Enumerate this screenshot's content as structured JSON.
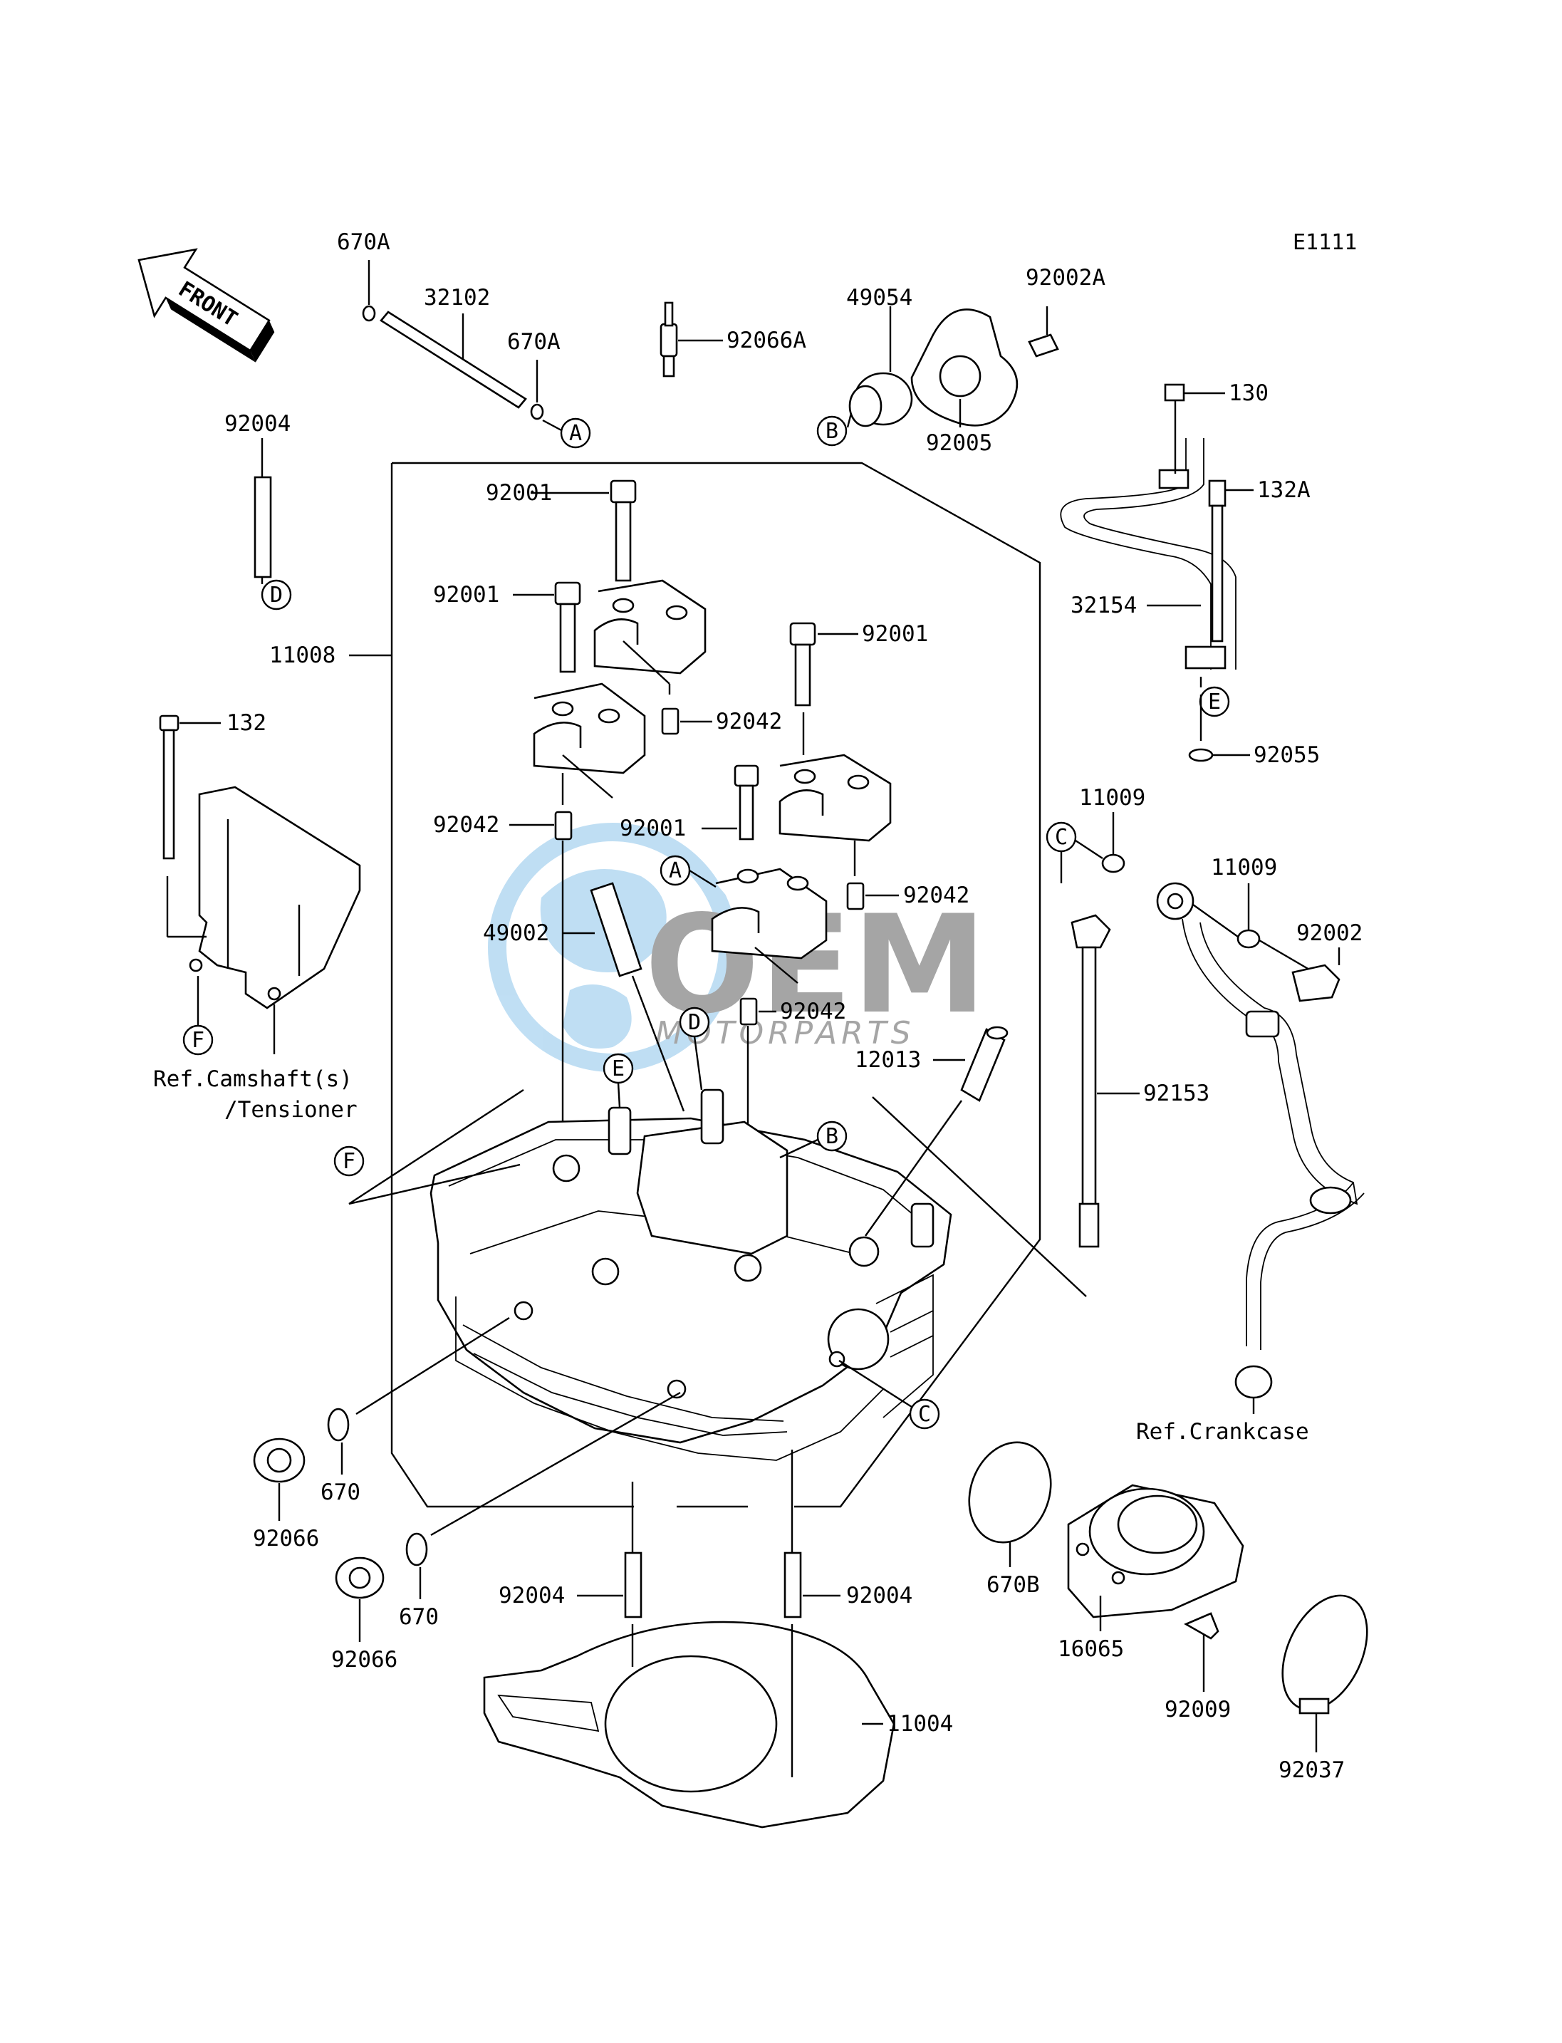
{
  "diagram_id": "E1111",
  "front_arrow_label": "FRONT",
  "watermark": {
    "brand": "OEM",
    "sub": "MOTORPARTS",
    "color": "#4aa3df"
  },
  "labels": {
    "p670A_top": "670A",
    "p32102": "32102",
    "p670A_mid": "670A",
    "p92066A": "92066A",
    "p49054": "49054",
    "p92002A": "92002A",
    "p92005": "92005",
    "p130": "130",
    "p132A": "132A",
    "p92004_top": "92004",
    "p92001_a": "92001",
    "p92001_b": "92001",
    "p92001_c": "92001",
    "p92001_d": "92001",
    "p11008": "11008",
    "p92042_a": "92042",
    "p92042_b": "92042",
    "p92042_c": "92042",
    "p92042_d": "92042",
    "p132": "132",
    "p32154": "32154",
    "p92055": "92055",
    "p11009_a": "11009",
    "p11009_b": "11009",
    "p92002": "92002",
    "p49002": "49002",
    "p12013": "12013",
    "p92153": "92153",
    "p670_a": "670",
    "p670_b": "670",
    "p92066_a": "92066",
    "p92066_b": "92066",
    "p92004_l": "92004",
    "p92004_r": "92004",
    "p11004": "11004",
    "p670B": "670B",
    "p16065": "16065",
    "p92009": "92009",
    "p92037": "92037"
  },
  "callouts": {
    "A1": "A",
    "A2": "A",
    "B1": "B",
    "B2": "B",
    "C1": "C",
    "C2": "C",
    "D1": "D",
    "D2": "D",
    "E1": "E",
    "E2": "E",
    "F1": "F",
    "F2": "F"
  },
  "references": {
    "camshaft_line1": "Ref.Camshaft(s)",
    "camshaft_line2": "/Tensioner",
    "crankcase": "Ref.Crankcase"
  }
}
